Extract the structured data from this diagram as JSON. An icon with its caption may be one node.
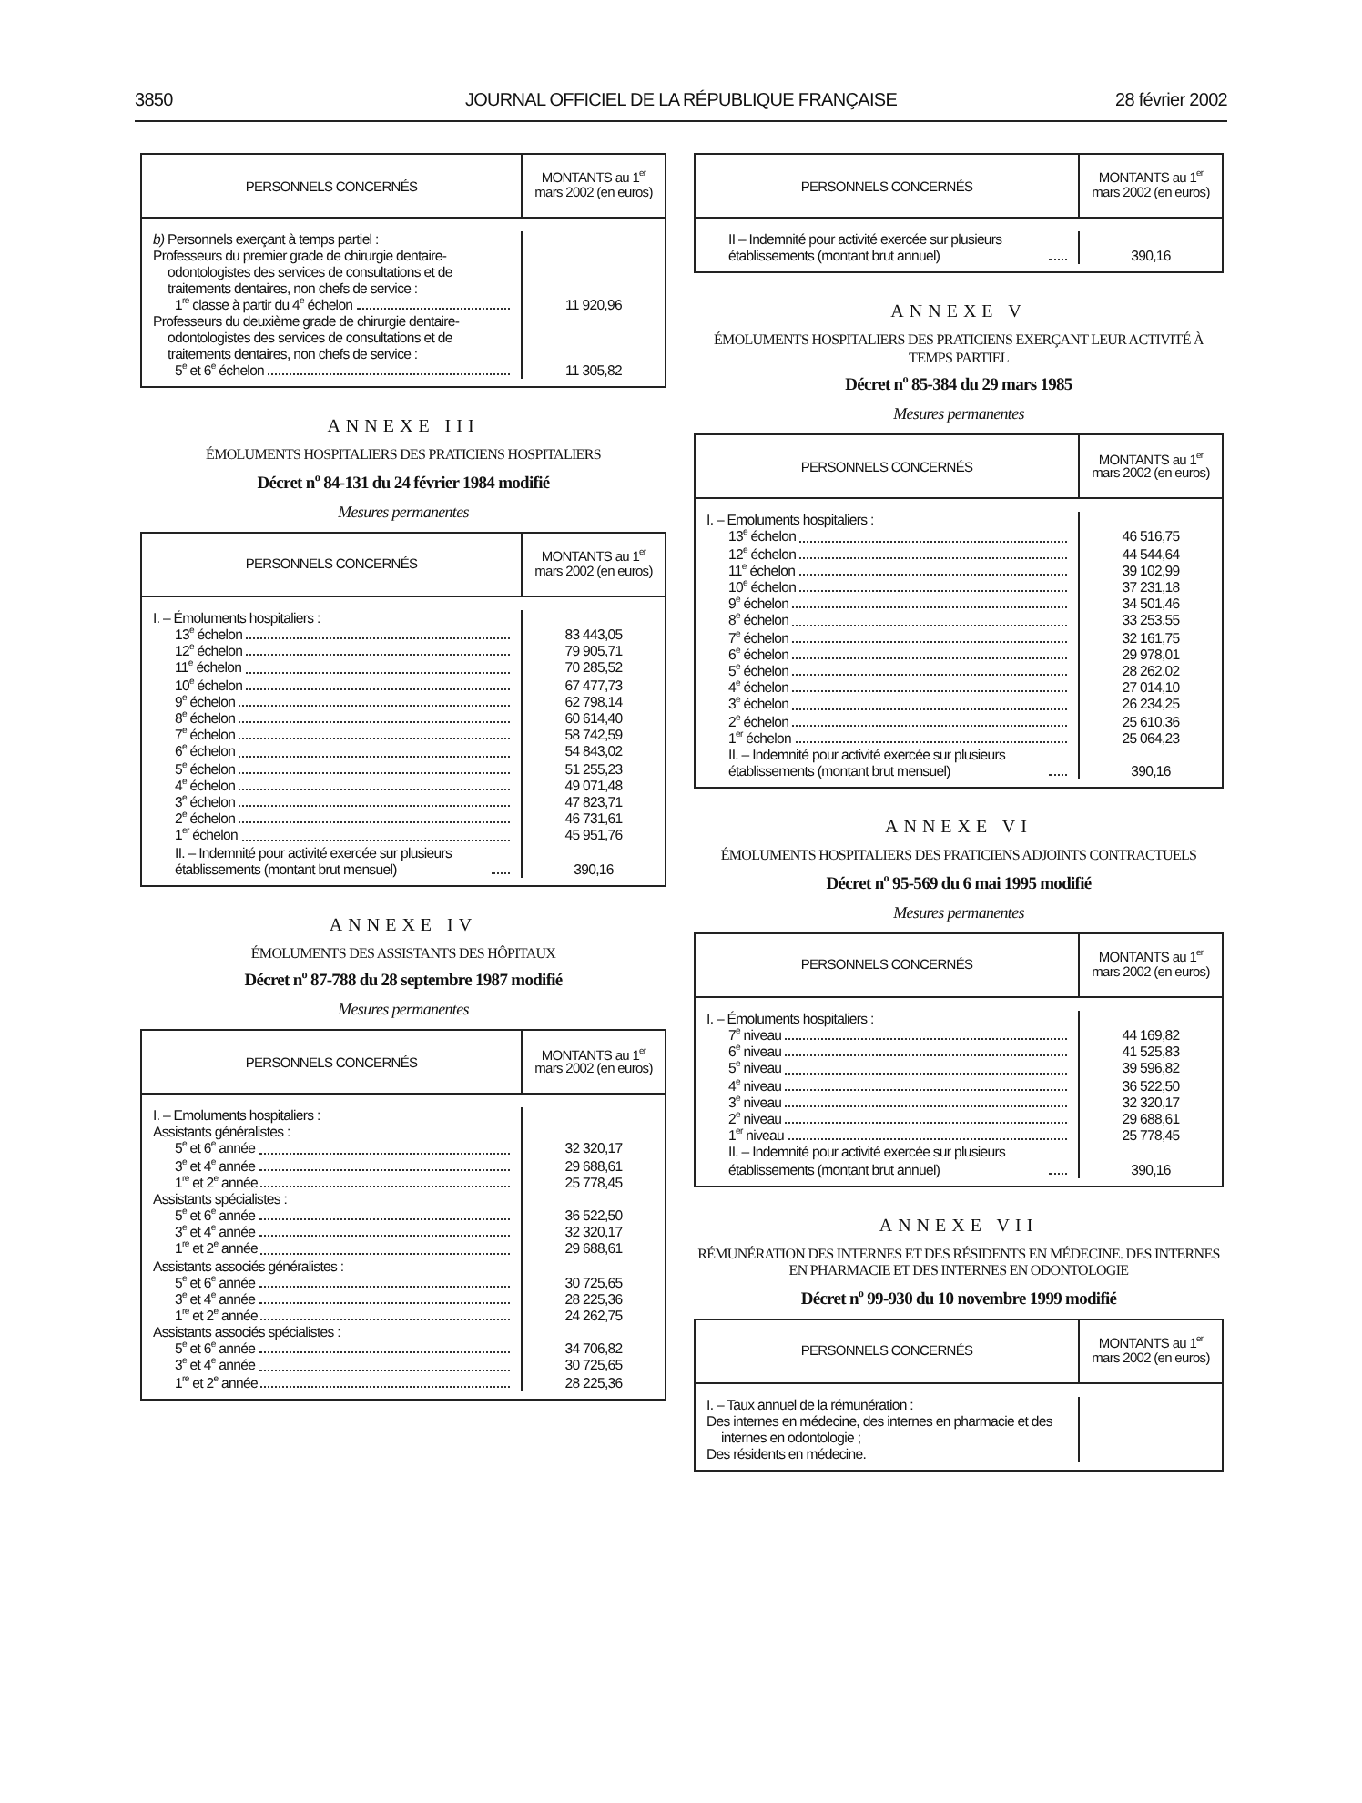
{
  "diagram": {
    "labels": [
      "3850",
      "JOURNAL OFFICIEL DE LA RÉPUBLIQUE FRANÇAISE",
      "28 février 2002",
      "PERSONNELS CONCERNÉS",
      "MONTANTS au 1$^{er}$ mars 2002 (en euros)",
      "*b)* Personnels exerçant à temps partiel :",
      "Professeurs du premier grade de chirurgie dentaire-odontologistes des services de consultations et de traitements dentaires, non chefs de service :",
      "1$^{re}$ classe à partir du 4$^{e}$ échelon",
      "11 920,96",
      "Professeurs du deuxième grade de chirurgie dentaire-odontologistes des services de consultations et de traitements dentaires, non chefs de service :",
      "5$^{e}$ et 6$^{e}$ échelon",
      "11 305,82",
      "ANNEXE III",
      "ÉMOLUMENTS HOSPITALIERS DES PRATICIENS HOSPITALIERS",
      "Décret n$^{o}$ 84-131 du 24 février 1984 modifié",
      "Mesures permanentes",
      "PERSONNELS CONCERNÉS",
      "MONTANTS au 1$^{er}$ mars 2002 (en euros)",
      "I. – Émoluments hospitaliers :",
      "13$^{e}$ échelon",
      "83 443,05",
      "12$^{e}$ échelon",
      "79 905,71",
      "11$^{e}$ échelon",
      "70 285,52",
      "10$^{e}$ échelon",
      "67 477,73",
      "9$^{e}$ échelon",
      "62 798,14",
      "8$^{e}$ échelon",
      "60 614,40",
      "7$^{e}$ échelon",
      "58 742,59",
      "6$^{e}$ échelon",
      "54 843,02",
      "5$^{e}$ échelon",
      "51 255,23",
      "4$^{e}$ échelon",
      "49 071,48",
      "3$^{e}$ échelon",
      "47 823,71",
      "2$^{e}$ échelon",
      "46 731,61",
      "1$^{er}$ échelon",
      "45 951,76",
      "II. – Indemnité pour activité exercée sur plusieurs établissements (montant brut mensuel)",
      "390,16",
      "ANNEXE IV",
      "ÉMOLUMENTS DES ASSISTANTS DES HÔPITAUX",
      "Décret n$^{o}$ 87-788 du 28 septembre 1987 modifié",
      "Mesures permanentes",
      "PERSONNELS CONCERNÉS",
      "MONTANTS au 1$^{er}$ mars 2002 (en euros)",
      "I. – Emoluments hospitaliers :",
      "Assistants généralistes :",
      "5$^{e}$ et 6$^{e}$ année",
      "32 320,17",
      "3$^{e}$ et 4$^{e}$ année",
      "29 688,61",
      "1$^{re}$ et 2$^{e}$ année",
      "25 778,45",
      "Assistants spécialistes :",
      "5$^{e}$ et 6$^{e}$ année",
      "36 522,50",
      "3$^{e}$ et 4$^{e}$ année",
      "32 320,17",
      "1$^{re}$ et 2$^{e}$ année",
      "29 688,61",
      "Assistants associés généralistes :",
      "5$^{e}$ et 6$^{e}$ année",
      "30 725,65",
      "3$^{e}$ et 4$^{e}$ année",
      "28 225,36",
      "1$^{re}$ et 2$^{e}$ année",
      "24 262,75",
      "Assistants associés spécialistes :",
      "5$^{e}$ et 6$^{e}$ année",
      "34 706,82",
      "3$^{e}$ et 4$^{e}$ année",
      "30 725,65",
      "1$^{re}$ et 2$^{e}$ année",
      "28 225,36",
      "PERSONNELS CONCERNÉS",
      "MONTANTS au 1$^{er}$ mars 2002 (en euros)",
      "II – Indemnité pour activité exercée sur plusieurs établissements (montant brut annuel)",
      "390,16",
      "ANNEXE V",
      "ÉMOLUMENTS HOSPITALIERS DES PRATICIENS EXERÇANT LEUR ACTIVITÉ À TEMPS PARTIEL",
      "Décret n$^{o}$ 85-384 du 29 mars 1985",
      "Mesures permanentes",
      "PERSONNELS CONCERNÉS",
      "MONTANTS au 1$^{er}$ mars 2002 (en euros)",
      "I. – Emoluments hospitaliers :",
      "13$^{e}$ échelon",
      "46 516,75",
      "12$^{e}$ échelon",
      "44 544,64",
      "11$^{e}$ échelon",
      "39 102,99",
      "10$^{e}$ échelon",
      "37 231,18",
      "9$^{e}$ échelon",
      "34 501,46",
      "8$^{e}$ échelon",
      "33 253,55",
      "7$^{e}$ échelon",
      "32 161,75",
      "6$^{e}$ échelon",
      "29 978,01",
      "5$^{e}$ échelon",
      "28 262,02",
      "4$^{e}$ échelon",
      "27 014,10",
      "3$^{e}$ échelon",
      "26 234,25",
      "2$^{e}$ échelon",
      "25 610,36",
      "1$^{er}$ échelon",
      "25 064,23",
      "II. – Indemnité pour activité exercée sur plusieurs établissements (montant brut mensuel)",
      "390,16",
      "ANNEXE VI",
      "ÉMOLUMENTS HOSPITALIERS DES PRATICIENS ADJOINTS CONTRACTUELS",
      "Décret n$^{o}$ 95-569 du 6 mai 1995 modifié",
      "Mesures permanentes",
      "PERSONNELS CONCERNÉS",
      "MONTANTS au 1$^{er}$ mars 2002 (en euros)",
      "I. – Émoluments hospitaliers :",
      "7$^{e}$ niveau",
      "44 169,82",
      "6$^{e}$ niveau",
      "41 525,83",
      "5$^{e}$ niveau",
      "39 596,82",
      "4$^{e}$ niveau",
      "36 522,50",
      "3$^{e}$ niveau",
      "32 320,17",
      "2$^{e}$ niveau",
      "29 688,61",
      "1$^{er}$ niveau",
      "25 778,45",
      "II. – Indemnité pour activité exercée sur plusieurs établissements (montant brut annuel)",
      "390,16",
      "ANNEXE VII",
      "RÉMUNÉRATION DES INTERNES ET DES RÉSIDENTS EN MÉDECINE. DES INTERNES EN PHARMACIE ET DES INTERNES EN ODONTOLOGIE",
      "Décret n$^{o}$ 99-930 du 10 novembre 1999 modifié",
      "PERSONNELS CONCERNÉS",
      "MONTANTS au 1$^{er}$ mars 2002 (en euros)",
      "I. – Taux annuel de la rémunération :",
      "Des internes en médecine, des internes en pharmacie et des internes en odontologie ;",
      "Des résidents en médecine."
    ]
  }
}
